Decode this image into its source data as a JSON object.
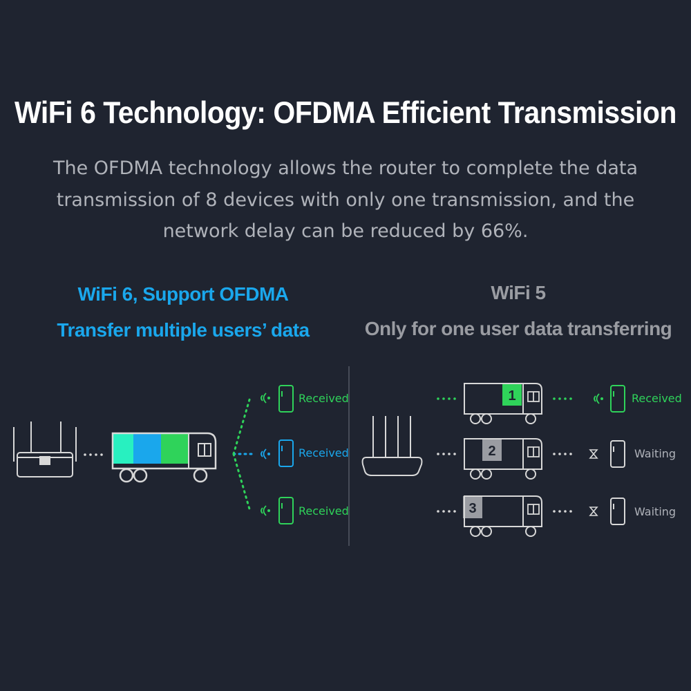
{
  "title": "WiFi 6 Technology:  OFDMA Efficient Transmission",
  "description": {
    "line1": "The OFDMA technology allows the router to complete the data",
    "line2": "transmission of 8 devices with only one transmission, and the",
    "line3": "network delay can be reduced by 66%."
  },
  "wifi6": {
    "heading": "WiFi 6, Support OFDMA",
    "subheading": "Transfer multiple users’ data",
    "devices": [
      {
        "status": "Received",
        "color": "#2fd35a"
      },
      {
        "status": "Received",
        "color": "#1aa7ec"
      },
      {
        "status": "Received",
        "color": "#2fd35a"
      }
    ],
    "truck_colors": [
      "#28f0c0",
      "#1aa7ec",
      "#2fd35a"
    ]
  },
  "wifi5": {
    "heading": "WiFi 5",
    "subheading": "Only for one user data transferring",
    "trucks": [
      {
        "number": "1",
        "status": "Received",
        "color": "#2fd35a"
      },
      {
        "number": "2",
        "status": "Waiting",
        "color": "#9a9ca2"
      },
      {
        "number": "3",
        "status": "Waiting",
        "color": "#9a9ca2"
      }
    ]
  },
  "colors": {
    "background": "#1f2430",
    "line": "#d8d8d8",
    "wifi6_accent": "#1aa7ec",
    "received": "#2fd35a",
    "waiting": "#b0b3ba"
  }
}
